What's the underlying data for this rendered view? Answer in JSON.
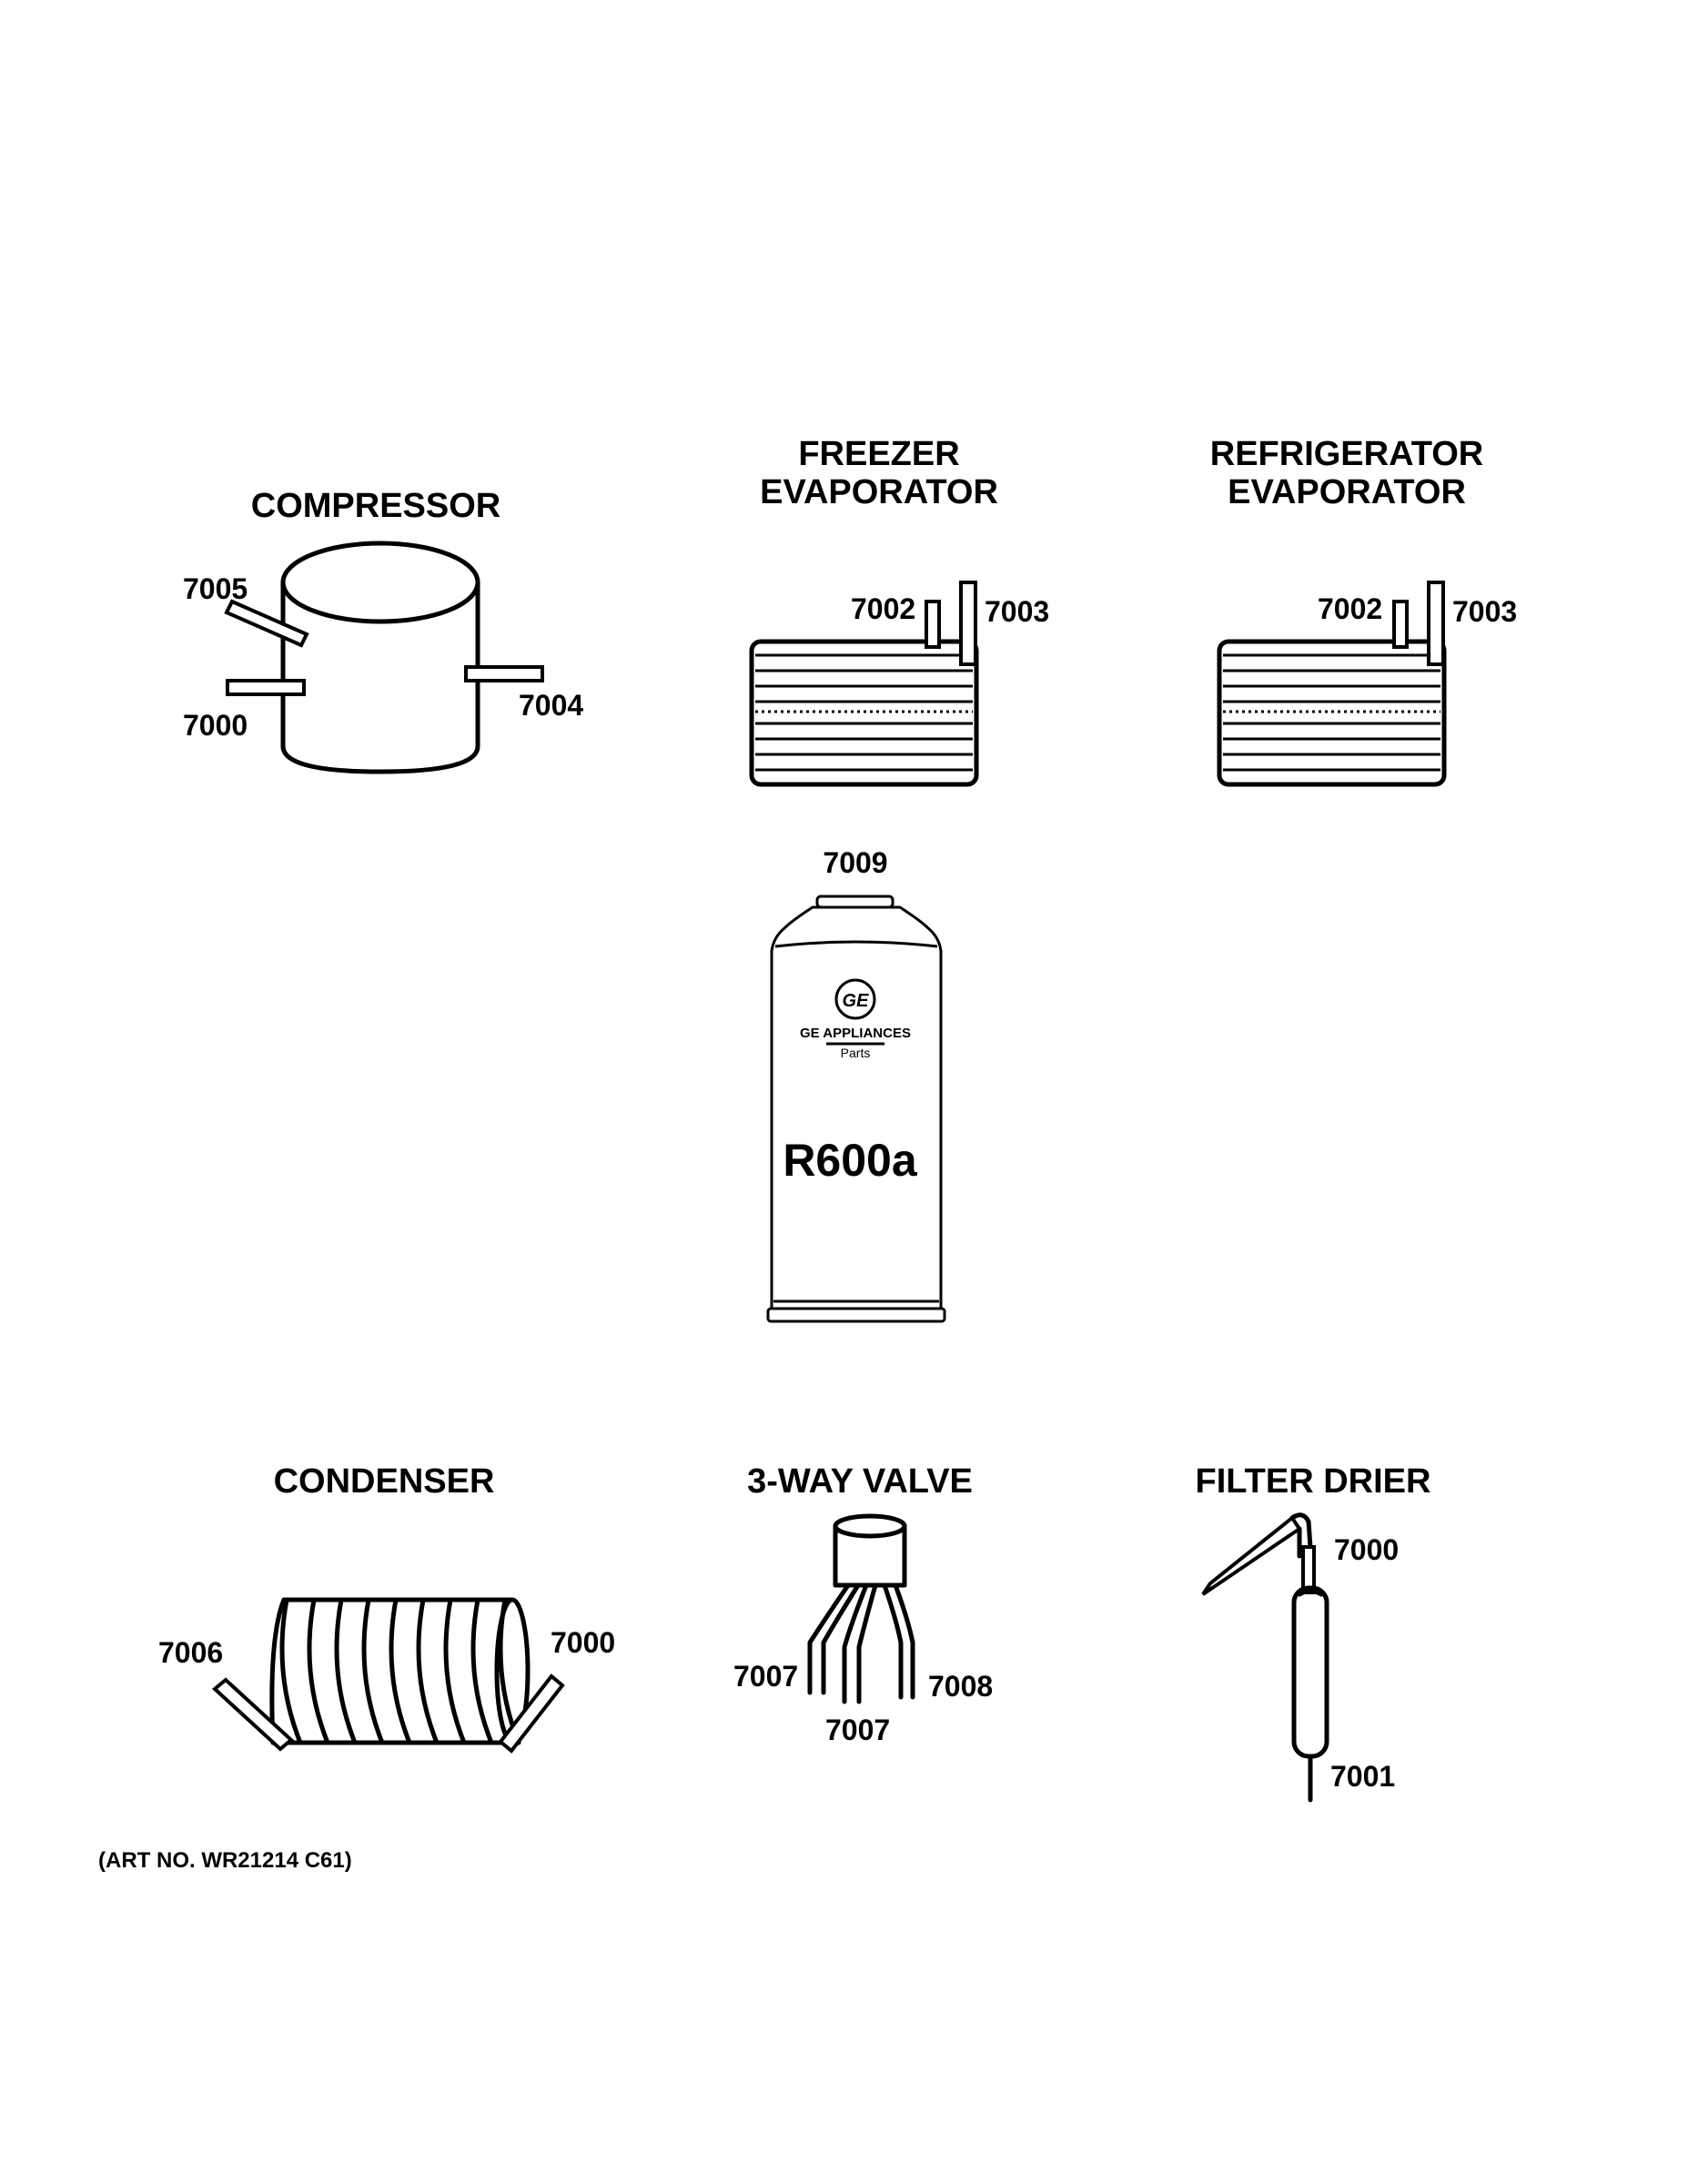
{
  "sections": {
    "compressor": {
      "title": "COMPRESSOR",
      "callouts": [
        "7005",
        "7000",
        "7004"
      ]
    },
    "freezer_evaporator": {
      "title_line1": "FREEZER",
      "title_line2": "EVAPORATOR",
      "callouts": [
        "7002",
        "7003"
      ]
    },
    "refrigerator_evaporator": {
      "title_line1": "REFRIGERATOR",
      "title_line2": "EVAPORATOR",
      "callouts": [
        "7002",
        "7003"
      ]
    },
    "refrigerant_can": {
      "callout": "7009",
      "brand": "GE APPLIANCES",
      "brand_sub": "Parts",
      "logo_text": "GE",
      "product": "R600a"
    },
    "condenser": {
      "title": "CONDENSER",
      "callouts": [
        "7006",
        "7000"
      ]
    },
    "three_way_valve": {
      "title": "3-WAY VALVE",
      "callouts": [
        "7007",
        "7007",
        "7008"
      ]
    },
    "filter_drier": {
      "title": "FILTER DRIER",
      "callouts": [
        "7000",
        "7001"
      ]
    }
  },
  "art_number": "(ART NO. WR21214 C61)"
}
